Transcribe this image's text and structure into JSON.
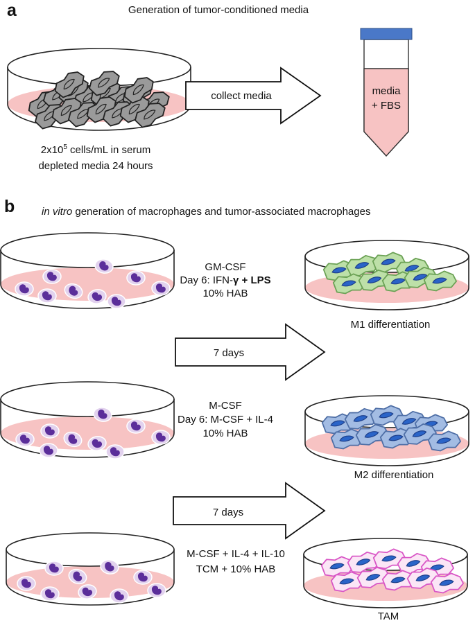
{
  "panel_a": {
    "label": "a",
    "title": "Generation of tumor-conditioned media",
    "arrow_label": "collect media",
    "cell_line1_pre": "2x10",
    "cell_line1_sup": "5",
    "cell_line1_post": " cells/mL in serum",
    "cell_line2": "depleted media 24 hours",
    "tube_line1": "media",
    "tube_line2": "+ FBS"
  },
  "panel_b": {
    "label": "b",
    "title_italic": "in vitro",
    "title_rest": " generation of macrophages and tumor-associated macrophages",
    "m1": {
      "cond1": "GM-CSF",
      "cond2_pre": "Day 6: IFN-",
      "cond2_gamma": "γ",
      "cond2_plus": " + ",
      "cond2_lps": "LPS",
      "cond3": "10% HAB",
      "result": "M1 differentiation"
    },
    "arrow1_label": "7 days",
    "m2": {
      "cond1": "M-CSF",
      "cond2": "Day 6: M-CSF + IL-4",
      "cond3": "10% HAB",
      "result": "M2 differentiation"
    },
    "arrow2_label": "7 days",
    "tam": {
      "cond1": "M-CSF + IL-4 + IL-10",
      "cond2": "TCM + 10% HAB",
      "result": "TAM"
    }
  },
  "colors": {
    "media_pink": "#f7c3c3",
    "tube_cap": "#4a78c8",
    "tumor_cell": "#9a9a9a",
    "monocyte_body": "#e2d2ee",
    "monocyte_nucleus": "#5b2e9a",
    "m1_cell": "#bde0a8",
    "m1_border": "#6ca256",
    "m2_cell": "#a3bce3",
    "m2_border": "#4f6fa6",
    "tam_cell": "#fbe6f6",
    "tam_border": "#d957c6",
    "nucleus_blue": "#2a64c8"
  }
}
